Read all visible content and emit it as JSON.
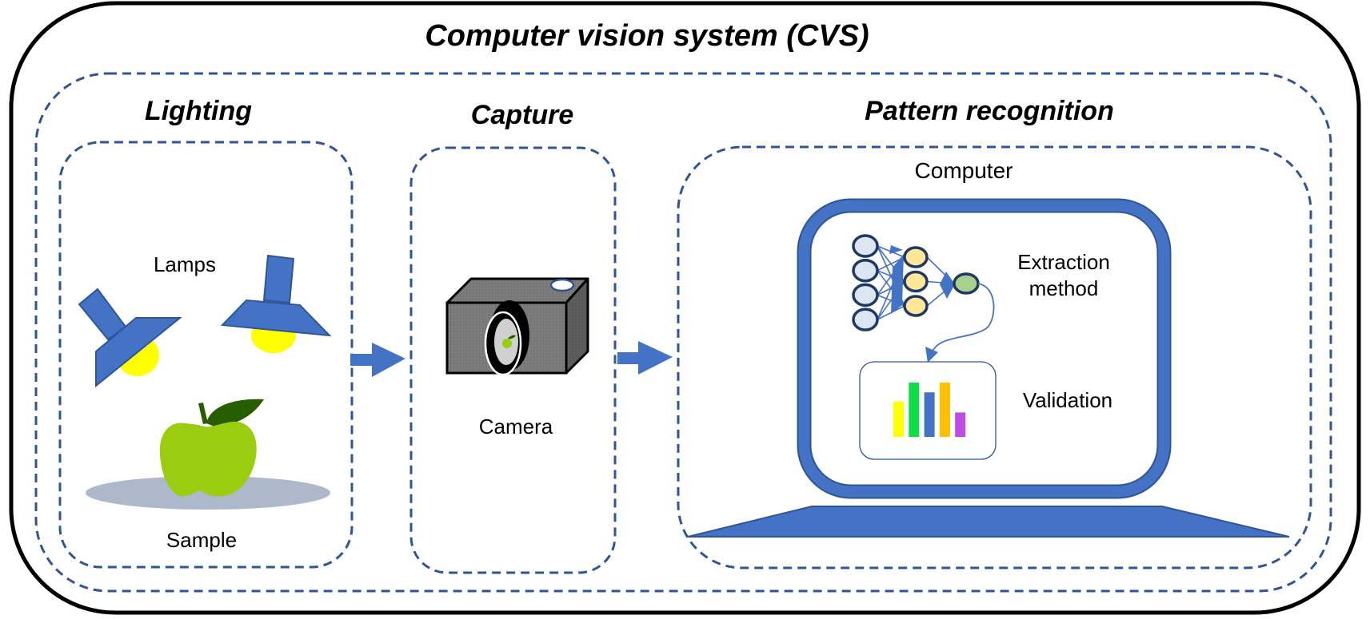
{
  "title": "Computer vision system (CVS)",
  "sections": {
    "lighting": {
      "heading": "Lighting",
      "lamps_label": "Lamps",
      "sample_label": "Sample"
    },
    "capture": {
      "heading": "Capture",
      "camera_label": "Camera"
    },
    "pattern_recognition": {
      "heading": "Pattern recognition",
      "computer_label": "Computer",
      "extraction_label_line1": "Extraction",
      "extraction_label_line2": "method",
      "validation_label": "Validation"
    }
  },
  "flow": [
    "Lighting",
    "Capture",
    "Pattern recognition"
  ],
  "icons": {
    "lamp": "lamp-icon",
    "apple": "apple-icon",
    "camera": "camera-icon",
    "monitor": "monitor-icon",
    "neural_network": "neural-network-icon",
    "bar_chart": "bar-chart-icon",
    "arrow": "arrow-right-icon"
  },
  "neural_network": {
    "layers": [
      4,
      3,
      1
    ]
  },
  "validation_chart": {
    "bars": [
      {
        "color": "#ffff00",
        "value": 0.65
      },
      {
        "color": "#10dc4a",
        "value": 1.0
      },
      {
        "color": "#4472c4",
        "value": 0.82
      },
      {
        "color": "#ffc000",
        "value": 1.0
      },
      {
        "color": "#c04ae6",
        "value": 0.45
      }
    ]
  },
  "colors": {
    "accent_blue": "#4472c4",
    "dash_blue": "#2f5597",
    "bulb_yellow": "#ffff00",
    "apple_green": "#9acd10",
    "leaf_green": "#275e00",
    "plate_gray": "#adb9ca",
    "input_node": "#dce6f2",
    "hidden_node": "#ffe699",
    "output_node": "#a9d18e"
  }
}
